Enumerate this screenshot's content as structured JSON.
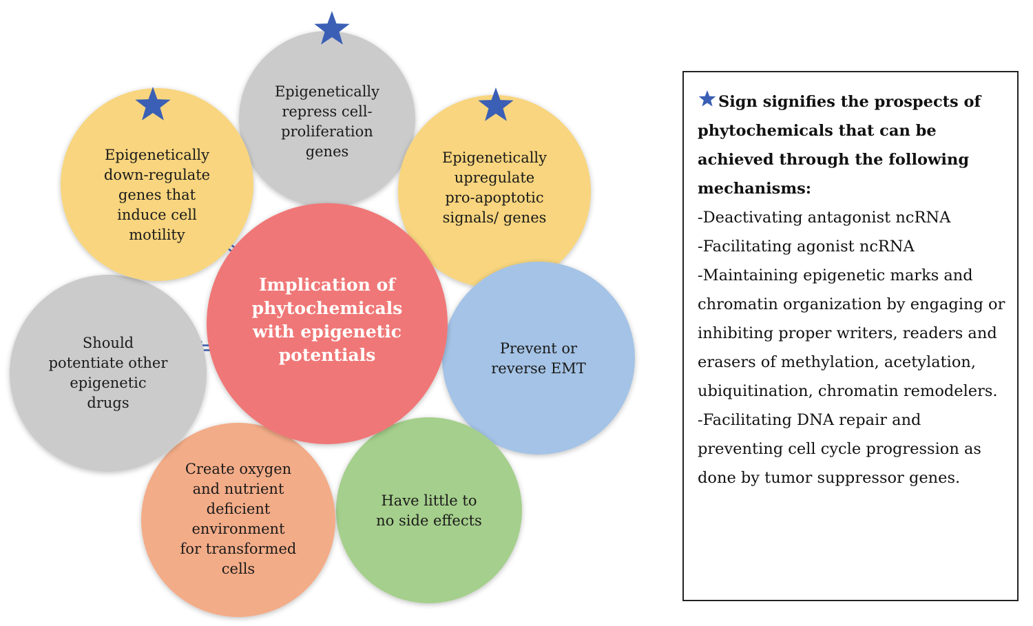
{
  "center": {
    "lines": [
      "Implication of",
      "phytochemicals",
      "with epigenetic",
      "potentials"
    ]
  },
  "nodes": [
    {
      "id": "repress-proliferation",
      "lines": [
        "Epigenetically",
        "repress cell-",
        "proliferation",
        "genes"
      ],
      "starred": true
    },
    {
      "id": "upregulate-apoptotic",
      "lines": [
        "Epigenetically",
        "upregulate",
        "pro-apoptotic",
        "signals/ genes"
      ],
      "starred": true
    },
    {
      "id": "prevent-emt",
      "lines": [
        "Prevent or",
        "reverse EMT"
      ],
      "starred": false
    },
    {
      "id": "little-side-effects",
      "lines": [
        "Have little to",
        "no side effects"
      ],
      "starred": false
    },
    {
      "id": "oxygen-deficient",
      "lines": [
        "Create oxygen",
        "and nutrient",
        "deficient",
        "environment",
        "for transformed",
        "cells"
      ],
      "starred": false
    },
    {
      "id": "potentiate-drugs",
      "lines": [
        "Should",
        "potentiate other",
        "epigenetic",
        "drugs"
      ],
      "starred": false
    },
    {
      "id": "downregulate-motility",
      "lines": [
        "Epigenetically",
        "down-regulate",
        "genes that",
        "induce cell",
        "motility"
      ],
      "starred": true
    }
  ],
  "legend": {
    "lead": "Sign signifies the prospects of phytochemicals that can be achieved through the following mechanisms:",
    "items": [
      "-Deactivating antagonist ncRNA",
      "-Facilitating agonist ncRNA",
      "-Maintaining epigenetic marks and chromatin organization by engaging or inhibiting proper writers, readers and erasers of methylation, acetylation, ubiquitination, chromatin remodelers.",
      "-Facilitating DNA repair and preventing cell cycle progression as done by tumor suppressor genes."
    ]
  },
  "colors": {
    "center": "#f07777",
    "yellow": "#f8d57e",
    "gray": "#cbcbcb",
    "blue": "#a4c3e6",
    "green": "#a5cf8c",
    "orange": "#f3ac88",
    "star": "#3b5fb5",
    "arrow": "#3b5fb5"
  }
}
